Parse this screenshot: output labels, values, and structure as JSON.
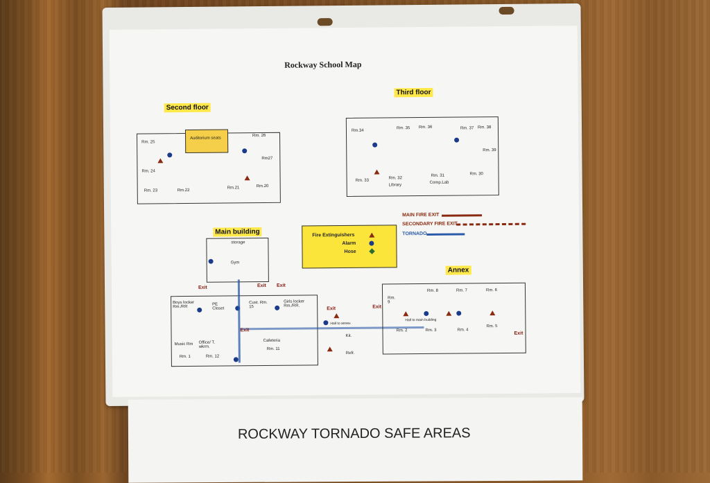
{
  "map": {
    "title": "Rockway School Map",
    "second_floor": "Second floor",
    "third_floor": "Third floor",
    "main_building": "Main building",
    "annex": "Annex"
  },
  "rooms": {
    "rm25": "Rm. 25",
    "auditorium": "Auditorium seats",
    "rm26": "Rm. 26",
    "rm27": "Rm27",
    "rm24": "Rm. 24",
    "rm23": "Rm. 23",
    "rm22": "Rm.22",
    "rm21": "Rm.21",
    "rm20": "Rm.20",
    "rm34": "Rm.34",
    "rm35": "Rm. 35",
    "rm36": "Rm. 36",
    "rm37": "Rm. 37",
    "rm38": "Rm. 38",
    "rm39": "Rm. 39",
    "rm33": "Rm. 33",
    "rm32": "Rm. 32",
    "library": "Library",
    "rm31": "Rm. 31",
    "complab": "Comp.Lab",
    "rm30": "Rm. 30",
    "storage": "storage",
    "gym": "Gym",
    "boys_locker": "Boys locker Rm./RR",
    "pe_closet": "PE Closet",
    "cust": "Cust. Rm. 15",
    "girls_locker": "Girls locker Rm./RR.",
    "music": "Music Rm",
    "rm1": "Rm. 1",
    "office": "Office/ T. wkrm.",
    "rm12": "Rm. 12",
    "cafeteria": "Cafeteria",
    "rm11": "Rm. 11",
    "kit": "Kit.",
    "refr": "Refr.",
    "rm9": "Rm. 9",
    "rm8": "Rm. 8",
    "rm7": "Rm. 7",
    "rm6": "Rm. 6",
    "rm2": "Rm. 2",
    "rm3": "Rm. 3",
    "rm4": "Rm. 4",
    "rm5": "Rm. 5",
    "hall_annex": "Hall to annex",
    "hall_main": "Hall to main building"
  },
  "legend": {
    "fire_ext": "Fire Extinguishers",
    "alarm": "Alarm",
    "hose": "Hose",
    "main_exit": "MAIN FIRE EXIT",
    "secondary_exit": "SECONDARY FIRE EXIT",
    "tornado": "TORNADO",
    "colors": {
      "fire": "#8a2a10",
      "alarm": "#1a3a8a",
      "hose": "#2e6b2e",
      "tornado": "#2a5aa8",
      "highlight": "#ffe84a"
    }
  },
  "exit_label": "Exit",
  "lower_sign": "ROCKWAY TORNADO SAFE AREAS"
}
